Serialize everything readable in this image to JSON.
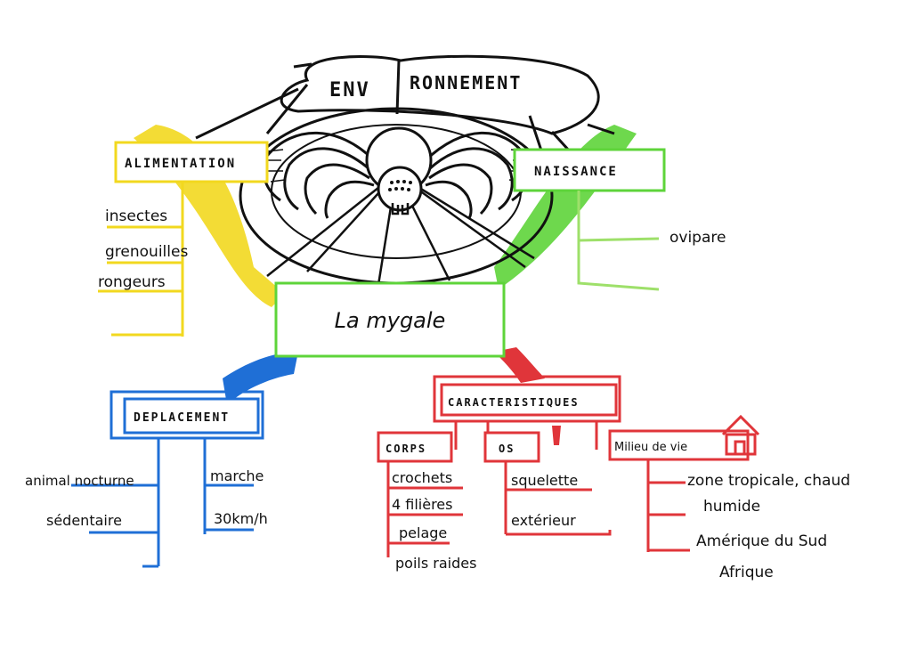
{
  "colors": {
    "ink": "#111111",
    "yellow": "#f2d81f",
    "green": "#5ed43a",
    "light_green": "#9ee06a",
    "blue": "#1f6fd6",
    "red": "#e0353a"
  },
  "environment": {
    "label_left": "ENV",
    "label_right": "RONNEMENT"
  },
  "center": {
    "label": "La mygale"
  },
  "alimentation": {
    "title": "ALIMENTATION",
    "items": [
      "insectes",
      "grenouilles",
      "rongeurs"
    ]
  },
  "naissance": {
    "title": "NAISSANCE",
    "items": [
      "ovipare"
    ]
  },
  "deplacement": {
    "title": "DEPLACEMENT",
    "left_items": [
      "animal nocturne",
      "sédentaire"
    ],
    "right_items": [
      "marche",
      "30km/h"
    ]
  },
  "caracteristiques": {
    "title": "CARACTERISTIQUES",
    "corps": {
      "title": "CORPS",
      "items": [
        "crochets",
        "4 filières",
        "pelage",
        "poils raides"
      ]
    },
    "os": {
      "title": "OS",
      "items": [
        "squelette",
        "extérieur"
      ]
    },
    "milieu": {
      "title": "Milieu de vie",
      "icon": "house-icon",
      "items": [
        "zone tropicale, chaud",
        "humide",
        "Amérique du Sud",
        "Afrique"
      ]
    }
  }
}
